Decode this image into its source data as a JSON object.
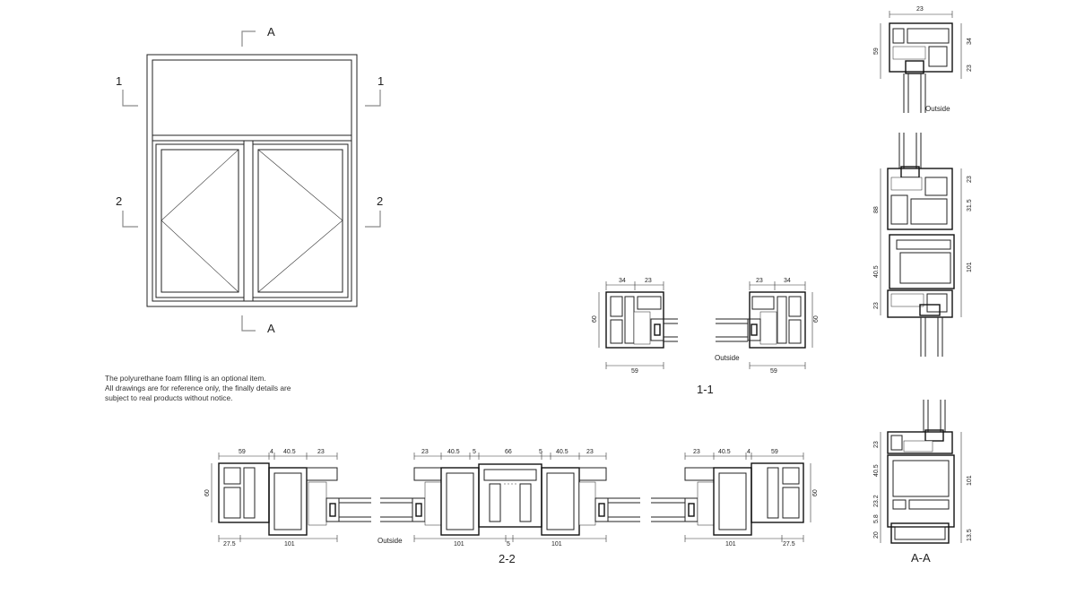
{
  "elevation": {
    "section_marks": {
      "a_top": "A",
      "a_bottom": "A",
      "s1_left": "1",
      "s1_right": "1",
      "s2_left": "2",
      "s2_right": "2"
    }
  },
  "notes": [
    "The polyurethane foam filling is an optional item.",
    "All drawings are for reference only, the finally details are",
    "subject to real products without notice."
  ],
  "section_1_1": {
    "title": "1-1",
    "outside": "Outside",
    "dims": {
      "left_34": "34",
      "left_23": "23",
      "left_60": "60",
      "left_59": "59",
      "right_23": "23",
      "right_34": "34",
      "right_60": "60",
      "right_59": "59"
    }
  },
  "section_2_2": {
    "title": "2-2",
    "outside": "Outside",
    "dims": {
      "l_59": "59",
      "l_4": "4",
      "l_405": "40.5",
      "l_23": "23",
      "l_60": "60",
      "l_275": "27.5",
      "l_101": "101",
      "m_23a": "23",
      "m_405a": "40.5",
      "m_5a": "5",
      "m_66": "66",
      "m_5b": "5",
      "m_405b": "40.5",
      "m_23b": "23",
      "m_101a": "101",
      "m_5c": "5",
      "m_101b": "101",
      "r_23": "23",
      "r_405": "40.5",
      "r_4": "4",
      "r_59": "59",
      "r_60": "60",
      "r_101": "101",
      "r_275": "27.5"
    }
  },
  "section_a_a": {
    "title": "A-A",
    "outside": "Outside",
    "dims": {
      "t_top": "23",
      "t_59": "59",
      "t_34": "34",
      "t_23": "23",
      "m_88": "88",
      "m_23": "23",
      "m_315": "31.5",
      "m_405": "40.5",
      "m_23b": "23",
      "m_101": "101",
      "b_23": "23",
      "b_405": "40.5",
      "b_232": "23.2",
      "b_58": "5.8",
      "b_20": "20",
      "b_101": "101",
      "b_135": "13.5"
    }
  }
}
